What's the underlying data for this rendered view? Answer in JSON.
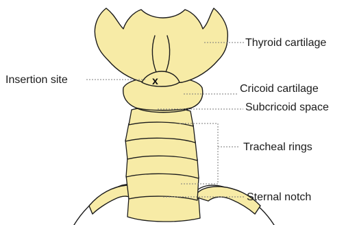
{
  "figure": {
    "labels": {
      "thyroid": "Thyroid cartilage",
      "insertion": "Insertion site",
      "cricoid": "Cricoid cartilage",
      "subcricoid": "Subcricoid space",
      "tracheal": "Tracheal rings",
      "sternal": "Sternal notch"
    },
    "insertion_mark": "x",
    "colors": {
      "cartilage_fill": "#f7eba6",
      "outline": "#1a1a1a",
      "leader_line": "#7a7a7a"
    }
  }
}
